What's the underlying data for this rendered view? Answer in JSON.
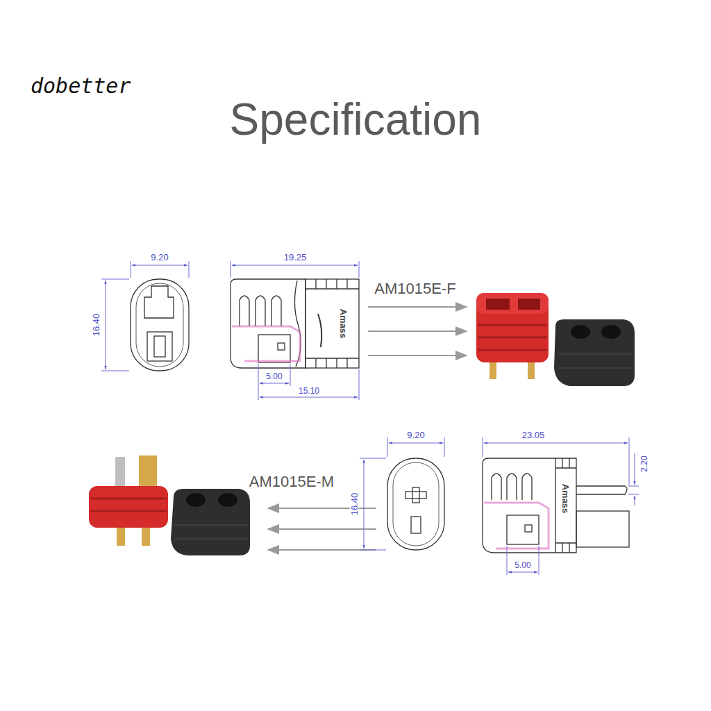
{
  "diagram": {
    "title": "Specification",
    "labels": [
      "dobetter",
      "9.20",
      "16.40",
      "19.25",
      "AM1015E-F",
      "Amass",
      "5.00",
      "15.10",
      "AM1015E-M",
      "9.20",
      "16.40",
      "23.05",
      "2.20",
      "Amass",
      "5.00"
    ]
  }
}
